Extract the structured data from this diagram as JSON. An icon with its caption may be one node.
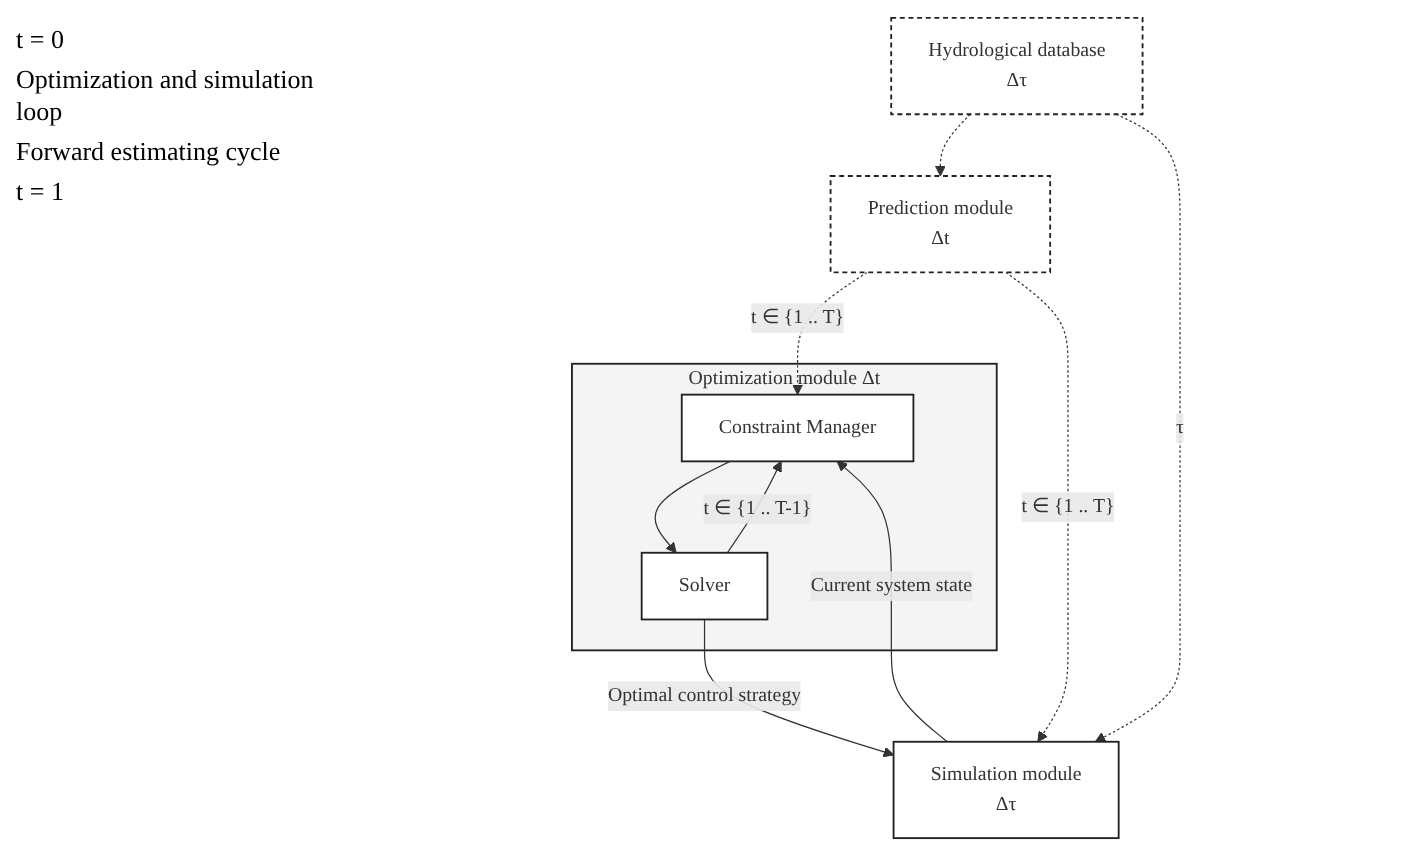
{
  "diagram": {
    "nodes": [
      {
        "text": [
          "Optimization module",
          "Δt"
        ]
      },
      {
        "text": [
          "Constraint Manager"
        ],
        "in": 0
      },
      {
        "text": [
          "Solver"
        ],
        "in": 0
      },
      {
        "text": [
          "Prediction module",
          "Δt"
        ]
      },
      {
        "text": [
          "Hydrological database",
          "Δτ"
        ]
      },
      {
        "text": [
          "Simulation module",
          "Δτ"
        ]
      }
    ],
    "edges": [
      {
        "from": 5,
        "to": 1,
        "arrow": "to",
        "label": "Current system state"
      },
      {
        "from": 1,
        "to": 2,
        "arrow": "to"
      },
      {
        "from": 2,
        "to": 1,
        "arrow": "to",
        "label": "t ∈ {1 .. T-1}"
      },
      {
        "from": 2,
        "to": 5,
        "arrow": "to",
        "label": "Optimal control strategy"
      },
      {
        "from": 3,
        "to": 1,
        "arrow": "to",
        "style": "dashed",
        "label": "t ∈ {1 .. T}"
      },
      {
        "from": 3,
        "to": 5,
        "arrow": "to",
        "style": "dashed",
        "label": "t ∈ {1 .. T}"
      },
      {
        "from": 4,
        "to": 3,
        "arrow": "to",
        "style": "dashed"
      },
      {
        "from": 4,
        "to": 5,
        "arrow": "to",
        "style": "dashed",
        "label": "τ"
      }
    ],
    "labels": [
      "t = 0",
      "Optimization and simulation loop",
      "Forward estimating cycle",
      "t = 1"
    ]
  }
}
